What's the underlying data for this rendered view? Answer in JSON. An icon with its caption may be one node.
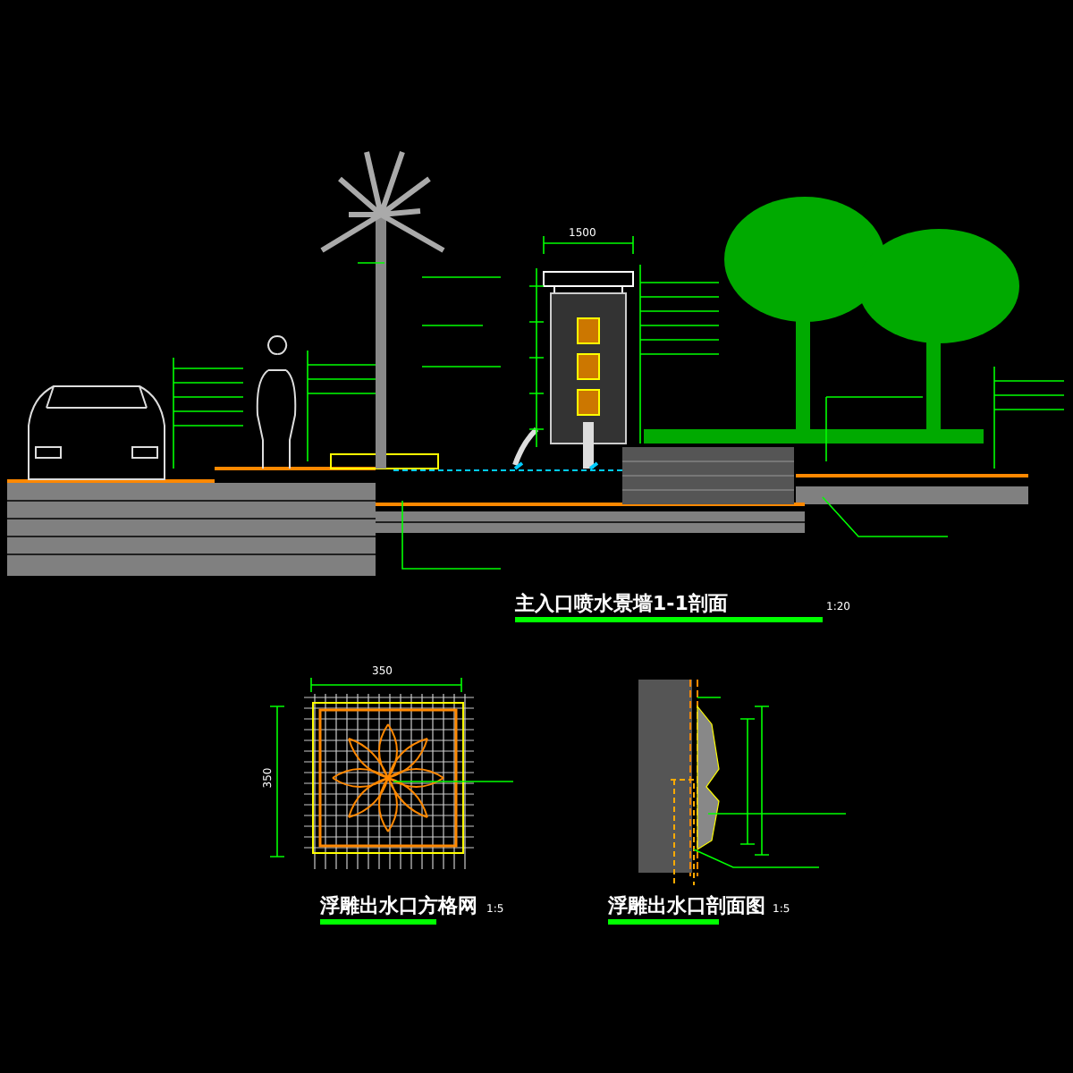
{
  "diagram": {
    "labels": [
      "1500",
      "主入口喷水景墙1-1剖面",
      "1:20",
      "350",
      "350",
      "浮雕出水口方格网",
      "1:5",
      "浮雕出水口剖面图",
      "1:5"
    ]
  }
}
